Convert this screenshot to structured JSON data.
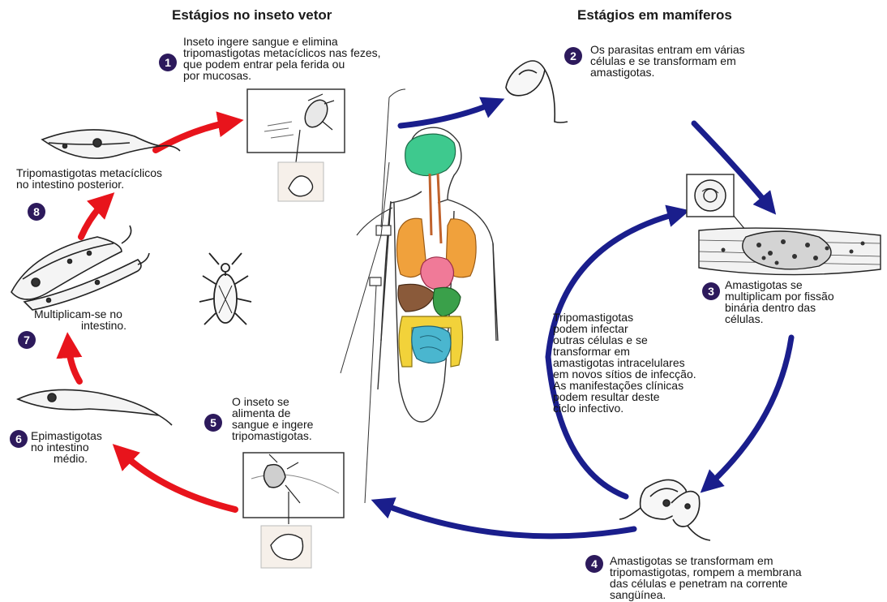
{
  "headers": {
    "insect": "Estágios no inseto vetor",
    "mammal": "Estágios em mamíferos"
  },
  "stages": [
    {
      "number": "1",
      "lines": [
        "Inseto ingere sangue e elimina",
        "tripomastigotas metacíclicos nas fezes,",
        "que podem entrar pela ferida ou",
        "por mucosas."
      ]
    },
    {
      "number": "2",
      "lines": [
        "Os parasitas entram em várias",
        "células e se transformam em",
        "amastigotas."
      ]
    },
    {
      "number": "3",
      "lines": [
        "Amastigotas se",
        "multiplicam por fissão",
        "binária dentro das",
        "células."
      ]
    },
    {
      "number": "4",
      "lines": [
        "Amastigotas se transformam em",
        "tripomastigotas, rompem a membrana",
        "das células e penetram na corrente",
        "sangüínea."
      ]
    },
    {
      "number": "5",
      "lines": [
        "O inseto se",
        "alimenta de",
        "sangue e ingere",
        "tripomastigotas."
      ]
    },
    {
      "number": "6",
      "lines": [
        "Epimastigotas",
        "no intestino",
        "médio."
      ]
    },
    {
      "number": "7",
      "lines": [
        "Multiplicam-se no",
        "intestino."
      ]
    },
    {
      "number": "8",
      "lines": [
        "Tripomastigotas metacíclicos",
        "no intestino posterior."
      ]
    }
  ],
  "center_note": {
    "lines": [
      "Tripomastigotas",
      "podem infectar",
      "outras células e se",
      "transformar em",
      "amastigotas intracelulares",
      "em novos sítios de infecção.",
      "As manifestações clínicas",
      "podem resultar deste",
      "ciclo infectivo."
    ]
  },
  "colors": {
    "insect_cycle_arrow": "#e8141c",
    "mammal_cycle_arrow": "#1a1e8c",
    "badge": "#2d1a5c",
    "brain": "#3ec98e",
    "lungs": "#f0a13c",
    "heart": "#f07a98",
    "liver": "#8a5a3a",
    "stomach": "#3aa04a",
    "small_intestine": "#4ab6cf",
    "large_intestine": "#f2d23a"
  }
}
